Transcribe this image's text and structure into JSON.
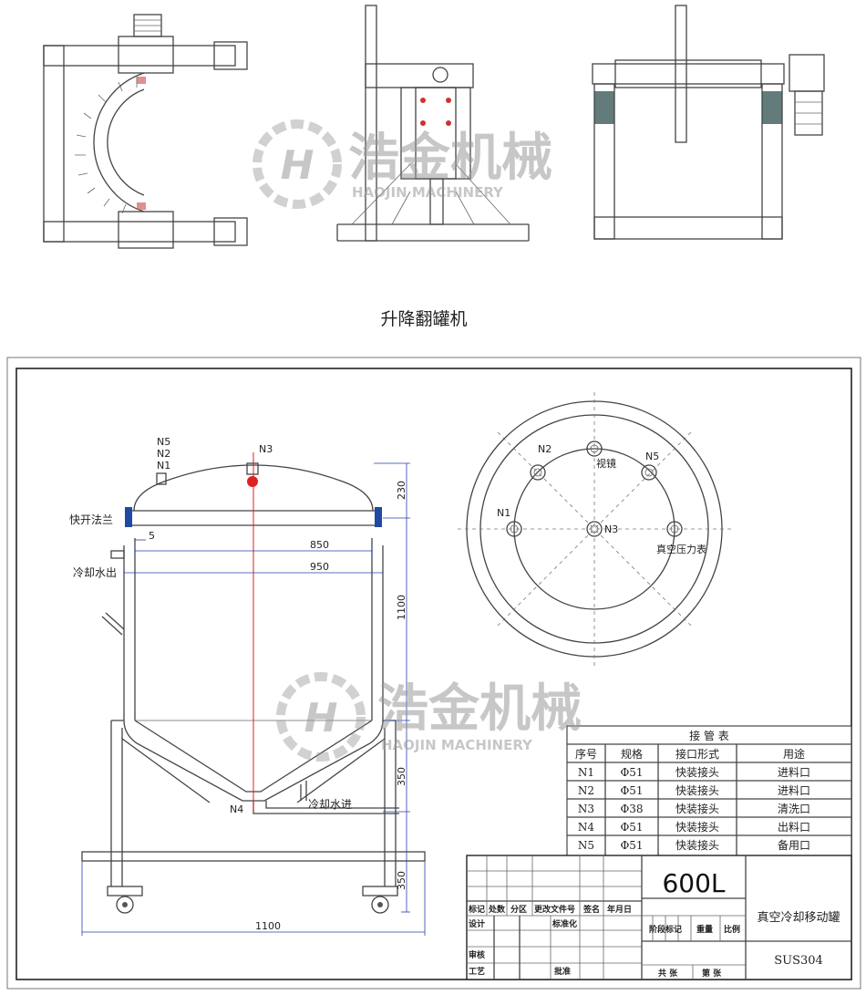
{
  "caption": "升降翻罐机",
  "watermark": {
    "cn": "浩金机械",
    "en": "HAOJIN MACHINERY"
  },
  "drawing": {
    "nozzle_labels": {
      "n1": "N1",
      "n2": "N2",
      "n3": "N3",
      "n4": "N4",
      "n5": "N5"
    },
    "side_labels": {
      "flange": "快开法兰",
      "cool_out": "冷却水出",
      "cool_in": "冷却水进"
    },
    "dims": {
      "d230": "230",
      "d5": "5",
      "d850": "850",
      "d950": "950",
      "d1100v": "1100",
      "d350a": "350",
      "d350b": "350",
      "d1100h": "1100"
    },
    "top_view_labels": {
      "sight": "视镜",
      "gauge": "真空压力表"
    }
  },
  "pipe_table": {
    "title": "接 管 表",
    "headers": [
      "序号",
      "规格",
      "接口形式",
      "用途"
    ],
    "rows": [
      [
        "N1",
        "Φ51",
        "快装接头",
        "进料口"
      ],
      [
        "N2",
        "Φ51",
        "快装接头",
        "进料口"
      ],
      [
        "N3",
        "Φ38",
        "快装接头",
        "清洗口"
      ],
      [
        "N4",
        "Φ51",
        "快装接头",
        "出料口"
      ],
      [
        "N5",
        "Φ51",
        "快装接头",
        "备用口"
      ]
    ]
  },
  "title_block": {
    "capacity": "600L",
    "product": "真空冷却移动罐",
    "material": "SUS304",
    "labels": {
      "mark": "标记",
      "count": "处数",
      "zone": "分区",
      "doc": "更改文件号",
      "sign": "签名",
      "date": "年月日",
      "design": "设计",
      "std": "标准化",
      "stage": "阶段标记",
      "weight": "重量",
      "scale": "比例",
      "check": "审核",
      "craft": "工艺",
      "approve": "批准",
      "sheets_total": "共 张",
      "sheet_no": "第 张"
    }
  }
}
